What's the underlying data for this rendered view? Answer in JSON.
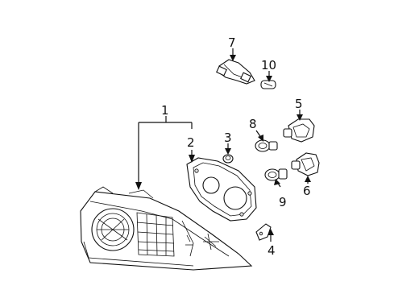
{
  "callouts": {
    "c1": "1",
    "c2": "2",
    "c3": "3",
    "c4": "4",
    "c5": "5",
    "c6": "6",
    "c7": "7",
    "c8": "8",
    "c9": "9",
    "c10": "10"
  },
  "parts": [
    "tail-lamp-assembly",
    "gasket",
    "screw",
    "bracket",
    "socket",
    "socket",
    "socket",
    "bulb",
    "bulb",
    "bulb"
  ]
}
